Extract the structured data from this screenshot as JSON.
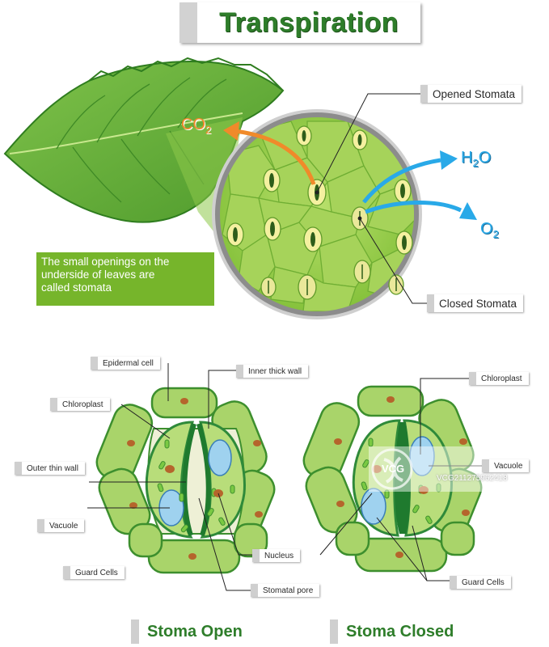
{
  "title": "Transpiration",
  "info_box": {
    "lines": [
      "The small openings on the",
      "underside of leaves are",
      "called stomata"
    ]
  },
  "gases": {
    "co2_main": "CO",
    "co2_sub": "2",
    "h2o_h": "H",
    "h2o_sub": "2",
    "h2o_o": "O",
    "o2_main": "O",
    "o2_sub": "2"
  },
  "labels": {
    "opened_stomata": "Opened Stomata",
    "closed_stomata": "Closed Stomata",
    "epidermal_cell": "Epidermal cell",
    "inner_thick_wall": "Inner thick wall",
    "chloroplast_left": "Chloroplast",
    "outer_thin_wall": "Outer thin wall",
    "vacuole_left": "Vacuole",
    "guard_cells_left": "Guard Cells",
    "nucleus": "Nucleus",
    "stomatal_pore": "Stomatal pore",
    "chloroplast_right": "Chloroplast",
    "vacuole_right": "Vacuole",
    "guard_cells_right": "Guard Cells"
  },
  "captions": {
    "open": "Stoma Open",
    "closed": "Stoma Closed"
  },
  "watermark": {
    "logo": "VCG",
    "id": "VCG211275962418"
  },
  "colors": {
    "title_green": "#2e7d2a",
    "info_box_bg": "#76b52b",
    "cell_fill": "#a9d46a",
    "cell_stroke": "#3d8f2e",
    "guard_dark": "#2f8a3a",
    "vacuole_blue": "#9fd2ef",
    "nucleus_brown": "#b5652c",
    "co2_arrow": "#f08a2a",
    "h2o_arrow": "#29a9e8"
  }
}
